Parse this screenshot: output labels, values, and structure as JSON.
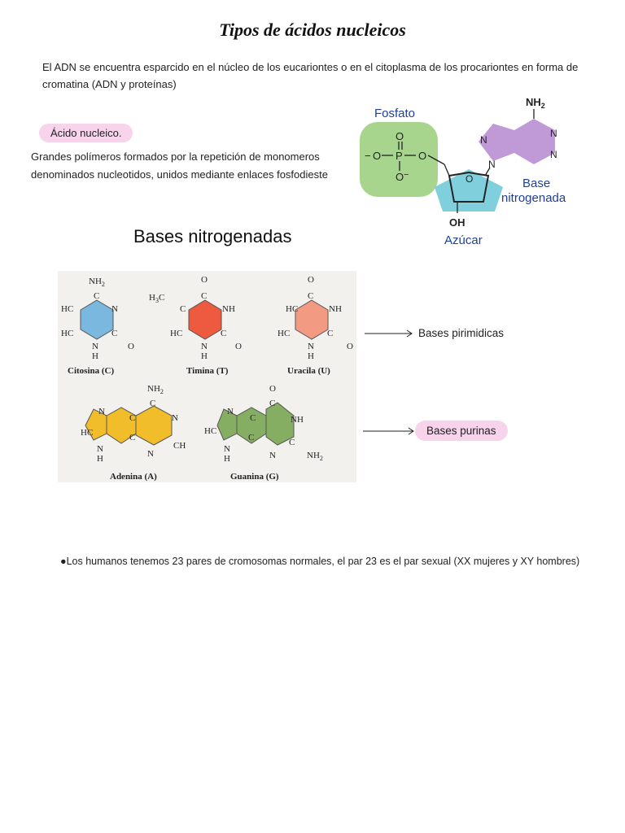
{
  "title": "Tipos de ácidos nucleicos",
  "intro": "El ADN se encuentra esparcido en el núcleo de los eucariontes o en el citoplasma de los procariontes en forma de cromatina (ADN y proteínas)",
  "section_pill": "Ácido nucleico.",
  "definition": "Grandes polímeros formados por la repetición de monomeros denominados nucleotidos, unidos mediante enlaces fosfodieste",
  "bases_heading": "Bases nitrogenadas",
  "nucleotide": {
    "fosfato": "Fosfato",
    "base_line1": "Base",
    "base_line2": "nitrogenada",
    "azucar": "Azúcar",
    "nh2": "NH",
    "nh2_sub": "2",
    "oh": "OH",
    "p": "P",
    "o": "O",
    "n": "N",
    "minus": "−"
  },
  "bases": {
    "citosina": "Citosina (C)",
    "timina": "Timina (T)",
    "uracila": "Uracila (U)",
    "adenina": "Adenina (A)",
    "guanina": "Guanina (G)",
    "atoms": {
      "nh2": "NH",
      "sub2": "2",
      "h3c": "H",
      "sub3": "3",
      "c": "C",
      "n": "N",
      "nh": "NH",
      "hc": "HC",
      "h": "H",
      "o": "O",
      "ch": "CH"
    }
  },
  "pirimidicas_label": "Bases pirimidicas",
  "purinas_label": "Bases purinas",
  "footnote_bullet": "●",
  "footnote": "Los humanos tenemos 23 pares de cromosomas normales, el par 23 es el par sexual (XX mujeres y XY hombres)",
  "colors": {
    "fosfato": "#a8d58e",
    "azucar": "#7fd0dc",
    "base": "#c09ad6",
    "citosina": "#7ab8e0",
    "timina": "#ee5a3f",
    "uracila": "#f29a82",
    "adenina": "#f2bd2a",
    "guanina": "#86ae63",
    "pill": "#f7d3ec",
    "label_blue": "#1d3f9e"
  }
}
